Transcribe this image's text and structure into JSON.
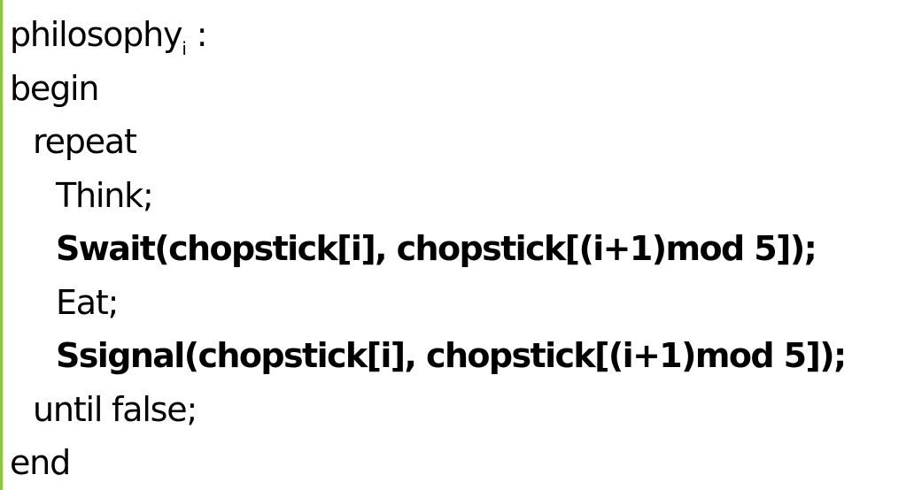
{
  "code": {
    "header_name": "philosophy",
    "header_subscript": "i",
    "header_colon": " :",
    "begin": "begin",
    "repeat": "repeat",
    "think": "Think;",
    "swait": "Swait(chopstick[i], chopstick[(i+1)mod 5]);",
    "eat": "Eat;",
    "ssignal": "Ssignal(chopstick[i], chopstick[(i+1)mod 5]);",
    "until": "until false;",
    "end": "end"
  },
  "colors": {
    "accent_bar": "#8dc63f",
    "text": "#000000",
    "background": "#ffffff"
  }
}
